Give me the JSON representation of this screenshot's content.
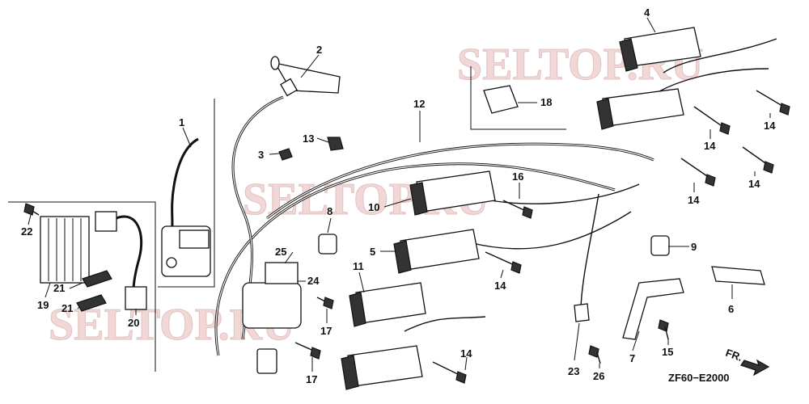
{
  "callouts": [
    {
      "id": "c1",
      "text": "1"
    },
    {
      "id": "c2",
      "text": "2"
    },
    {
      "id": "c3",
      "text": "3"
    },
    {
      "id": "c4",
      "text": "4"
    },
    {
      "id": "c5",
      "text": "5"
    },
    {
      "id": "c6",
      "text": "6"
    },
    {
      "id": "c7",
      "text": "7"
    },
    {
      "id": "c8",
      "text": "8"
    },
    {
      "id": "c9",
      "text": "9"
    },
    {
      "id": "c10",
      "text": "10"
    },
    {
      "id": "c11",
      "text": "11"
    },
    {
      "id": "c12",
      "text": "12"
    },
    {
      "id": "c13",
      "text": "13"
    },
    {
      "id": "c14a",
      "text": "14"
    },
    {
      "id": "c14b",
      "text": "14"
    },
    {
      "id": "c14c",
      "text": "14"
    },
    {
      "id": "c14d",
      "text": "14"
    },
    {
      "id": "c14e",
      "text": "14"
    },
    {
      "id": "c14f",
      "text": "14"
    },
    {
      "id": "c15",
      "text": "15"
    },
    {
      "id": "c16",
      "text": "16"
    },
    {
      "id": "c17a",
      "text": "17"
    },
    {
      "id": "c17b",
      "text": "17"
    },
    {
      "id": "c18",
      "text": "18"
    },
    {
      "id": "c19",
      "text": "19"
    },
    {
      "id": "c20",
      "text": "20"
    },
    {
      "id": "c21a",
      "text": "21"
    },
    {
      "id": "c21b",
      "text": "21"
    },
    {
      "id": "c22",
      "text": "22"
    },
    {
      "id": "c23",
      "text": "23"
    },
    {
      "id": "c24",
      "text": "24"
    },
    {
      "id": "c25",
      "text": "25"
    },
    {
      "id": "c26",
      "text": "26"
    }
  ],
  "front_marker": "FR.",
  "diagram_code": "ZF60−E2000",
  "watermarks": [
    "SELTOP.RU",
    "SELTOP.RU",
    "SELTOP.RU"
  ]
}
